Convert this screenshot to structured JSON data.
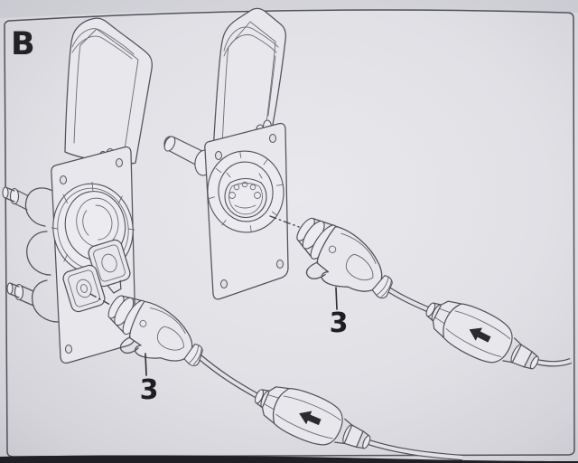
{
  "figure": {
    "panel_label": "B",
    "callouts": [
      {
        "ref": "charging-plug-lower",
        "label": "3"
      },
      {
        "ref": "charging-plug-upper",
        "label": "3"
      }
    ],
    "components": [
      "charging-socket-left-open-lid",
      "charging-socket-right-open-lid",
      "charging-plug-lower",
      "charging-plug-upper",
      "inline-cable-connector-lower",
      "inline-cable-connector-upper"
    ],
    "icons": [
      "insert-direction-arrow-left"
    ]
  },
  "colors": {
    "paper": "#e2e2e6",
    "paper_edge": "#c7c7cd",
    "part_fill": "#e8e8ec",
    "line": "#51515a",
    "label_text": "#1d1d22",
    "photo_edge_band": "#1f1f24"
  }
}
